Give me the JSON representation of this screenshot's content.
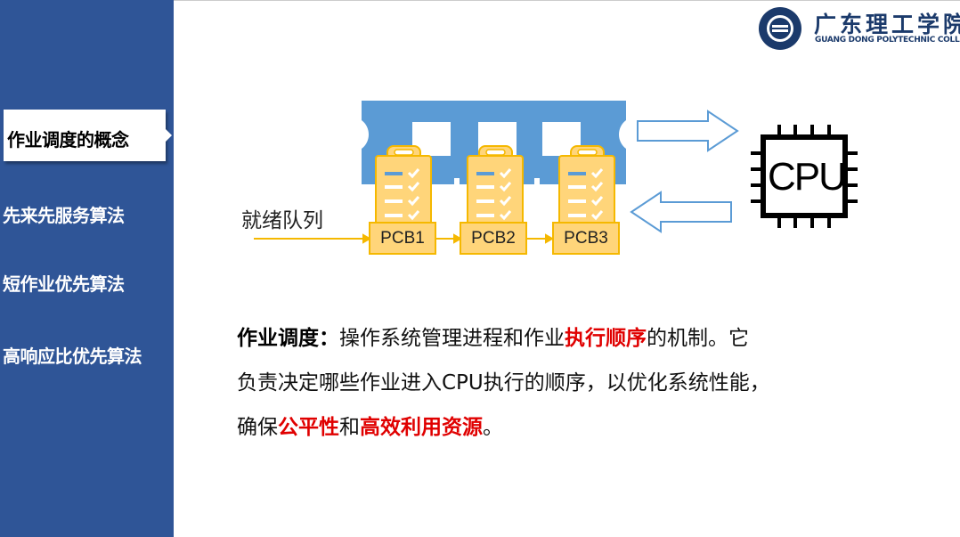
{
  "sidebar": {
    "items": [
      {
        "label": "作业调度的概念",
        "active": true
      },
      {
        "label": "先来先服务算法"
      },
      {
        "label": "短作业优先算法"
      },
      {
        "label": "高响应比优先算法"
      }
    ]
  },
  "logo": {
    "cn": "广东理工学院",
    "en": "GUANG DONG POLYTECHNIC COLLEGE"
  },
  "diagram": {
    "queue_label": "就绪队列",
    "pcbs": [
      "PCB1",
      "PCB2",
      "PCB3"
    ],
    "cpu_label": "CPU"
  },
  "paragraph": {
    "l1": [
      "作业调度：",
      "操作系统管理进程和作业",
      "执行顺序",
      "的机制。它"
    ],
    "l2": "负责决定哪些作业进入CPU执行的顺序，以优化系统性能，",
    "l3": [
      "确保",
      "公平性",
      "和",
      "高效利用资源",
      "。"
    ]
  },
  "colors": {
    "sidebar": "#2f5597",
    "accent_red": "#e00000",
    "pcb_fill": "#ffd57a",
    "pcb_stroke": "#f5b800",
    "ram": "#5b9bd5"
  }
}
